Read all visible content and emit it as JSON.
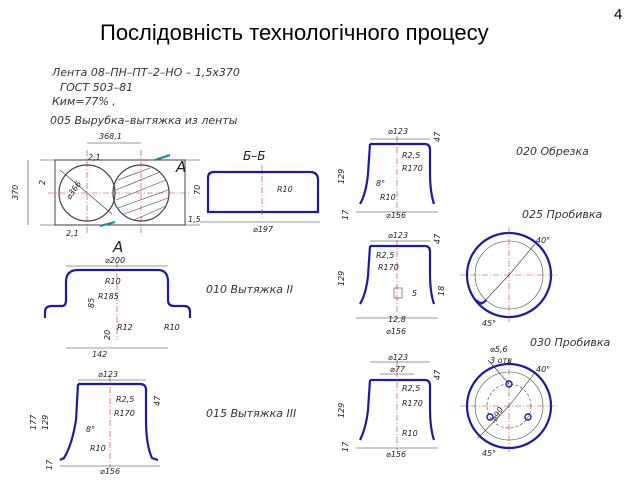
{
  "page": {
    "title": "Послідовність технологічного процесу",
    "number": "4"
  },
  "header_notes": [
    "Лента 08–ПН–ПТ–2–НО – 1,5х370",
    "ГОСТ 503–81",
    "Ким=77% ,"
  ],
  "operations": {
    "op005": "005 Вырубка–вытяжка из ленты",
    "op010": "010 Вытяжка II",
    "op015": "015 Вытяжка III",
    "op020": "020 Обрезка",
    "op025": "025 Пробивка",
    "op030": "030 Пробивка"
  },
  "strip": {
    "pitch": "368,1",
    "width": "370",
    "gap": "2,1",
    "edge": "2,1",
    "diameter": "⌀366",
    "side_2": "2",
    "section_mark_a": "А",
    "section_mark_a2": "А"
  },
  "section_bb": {
    "label": "Б–Б",
    "radius": "R10",
    "height": "70",
    "thickness": "1,5",
    "diameter": "⌀197"
  },
  "draw2": {
    "top_dia": "⌀200",
    "r10a": "R10",
    "r185": "R185",
    "h85": "85",
    "r12": "R12",
    "r10b": "R10",
    "h20": "20",
    "d142": "142"
  },
  "draw3": {
    "top_dia": "⌀123",
    "r25": "R2,5",
    "r170": "R170",
    "h47": "47",
    "h177": "177",
    "h129": "129",
    "h17": "17",
    "r10": "R10",
    "angle": "8°",
    "bottom_dia": "⌀156"
  },
  "trim": {
    "top_dia": "⌀123",
    "h47": "47",
    "r25": "R2,5",
    "r170": "R170",
    "h129": "129",
    "r10": "R10",
    "h17": "17",
    "bottom_dia": "⌀156",
    "angle": "8°"
  },
  "pierce1_part": {
    "top_dia": "⌀123",
    "h47": "47",
    "r25": "R2,5",
    "r170": "R170",
    "h129": "129",
    "h18": "18",
    "d128": "12,8",
    "bottom_dia": "⌀156",
    "h5": "5"
  },
  "pierce1_view": {
    "angle40": "40°",
    "angle45": "45°"
  },
  "pierce2_part": {
    "top_dia": "⌀123",
    "inner_dia": "⌀77",
    "r25": "R2,5",
    "r170": "R170",
    "h47": "47",
    "h129": "129",
    "r10": "R10",
    "h17": "17",
    "bottom_dia": "⌀156"
  },
  "pierce2_view": {
    "hole_dia": "⌀5,6",
    "holes": "3 отв",
    "angle40": "40°",
    "angle45": "45°",
    "d90": "⌀90"
  }
}
